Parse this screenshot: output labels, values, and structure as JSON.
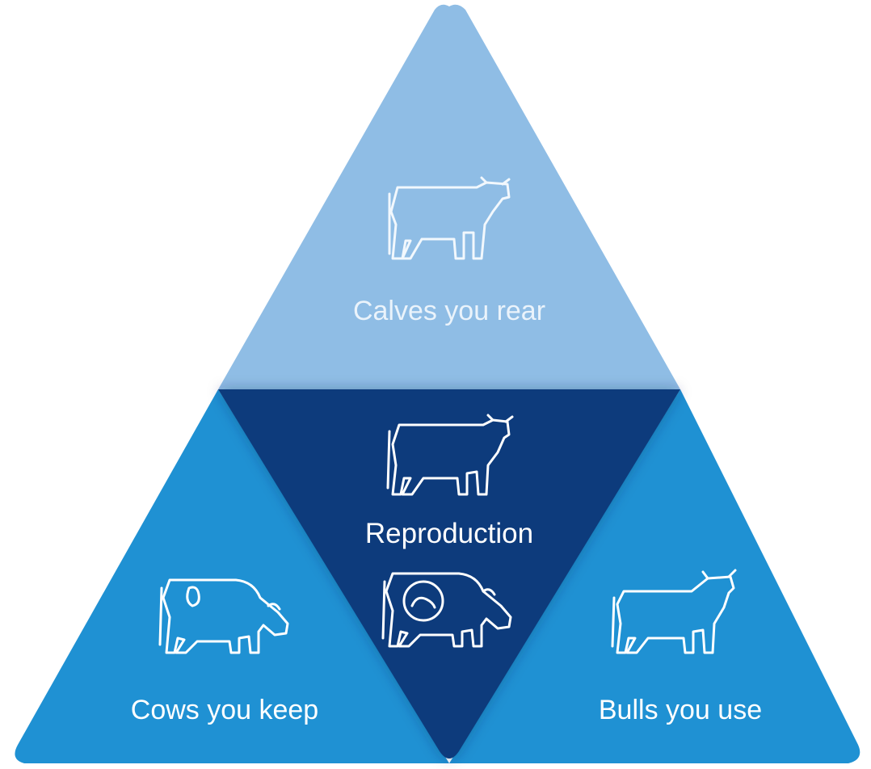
{
  "colors": {
    "top_section": "#8fbde5",
    "center_section": "#0a3a7c",
    "side_sections": "#1f91d3"
  },
  "sections": {
    "top": {
      "label": "Calves you rear",
      "icon": "calf-icon"
    },
    "center": {
      "label": "Reproduction",
      "icon": "cow-icon",
      "icon2": "grazing-cow-with-embryo-icon"
    },
    "left": {
      "label": "Cows you keep",
      "icon": "grazing-dairy-cow-icon"
    },
    "right": {
      "label": "Bulls you use",
      "icon": "bull-icon"
    }
  }
}
